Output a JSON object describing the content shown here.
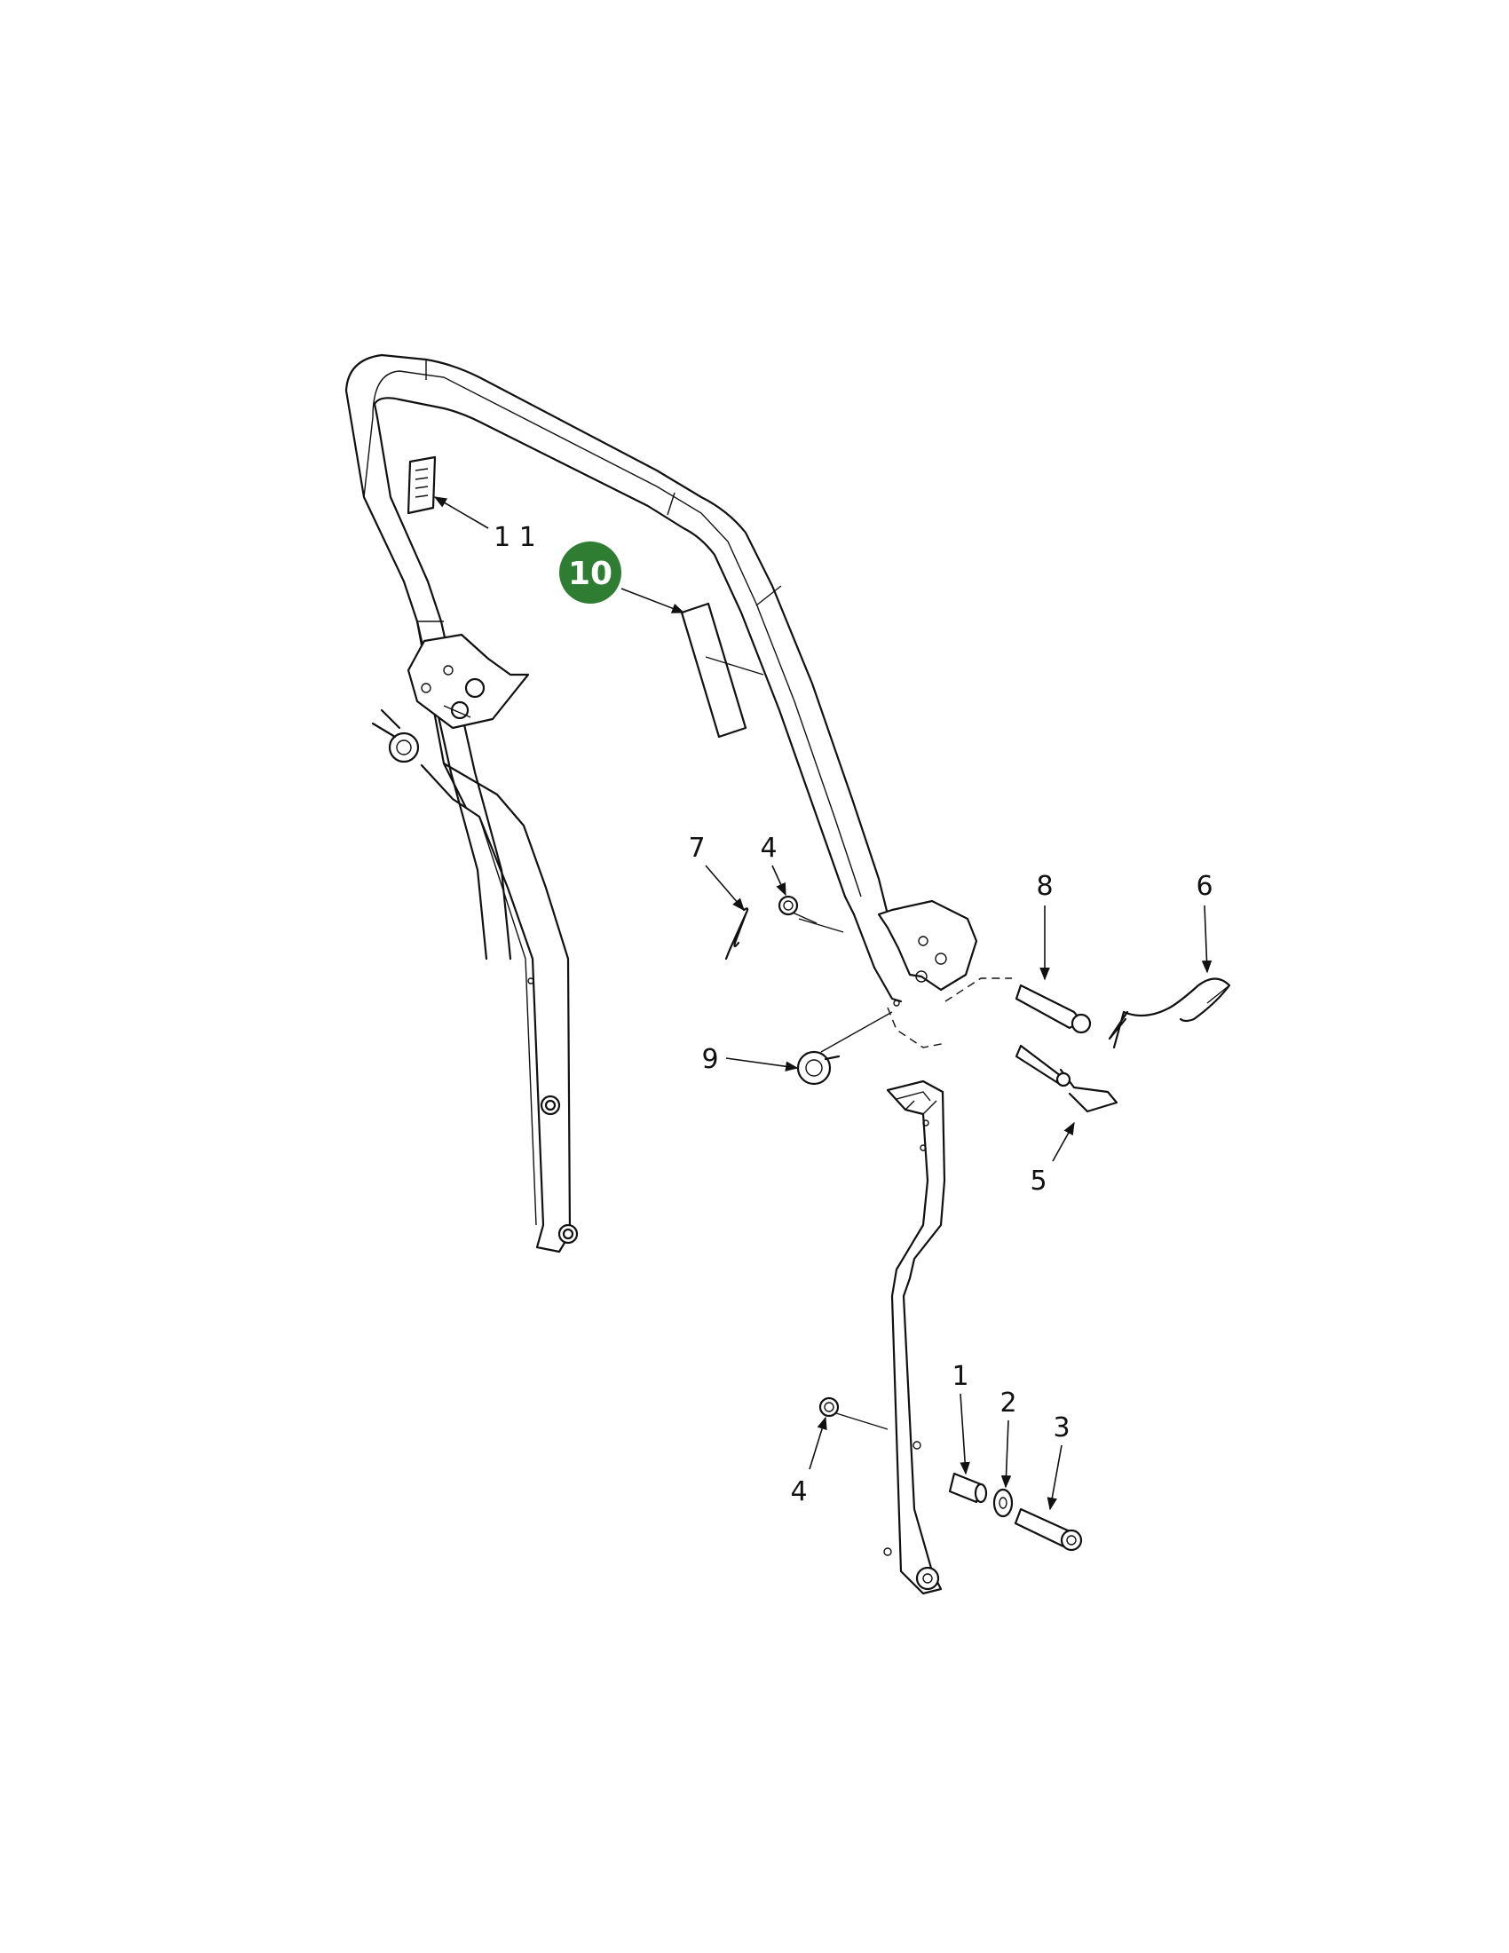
{
  "callouts": {
    "c1": "1",
    "c2": "2",
    "c3": "3",
    "c4_top": "4",
    "c4_bottom": "4",
    "c5": "5",
    "c6": "6",
    "c7": "7",
    "c8": "8",
    "c9": "9",
    "c10": "10",
    "c11": "1 1"
  },
  "colors": {
    "highlight": "#2e7d32",
    "line": "#111111"
  }
}
